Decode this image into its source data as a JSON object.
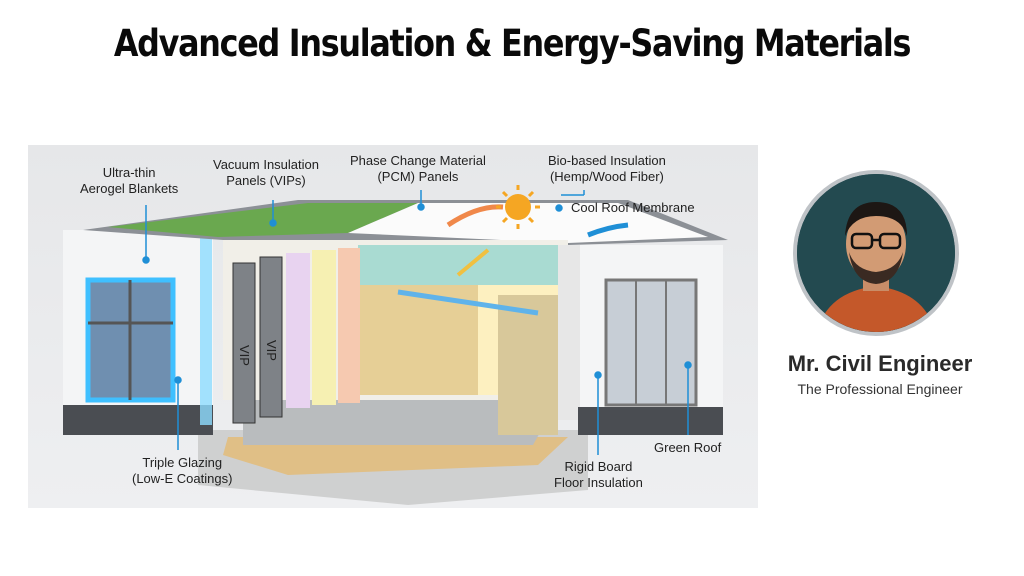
{
  "title": "Advanced Insulation & Energy-Saving Materials",
  "diagram": {
    "labels": {
      "aerogel": [
        "Ultra-thin",
        "Aerogel Blankets"
      ],
      "vip": [
        "Vacuum Insulation",
        "Panels (VIPs)"
      ],
      "pcm": [
        "Phase Change Material",
        "(PCM) Panels"
      ],
      "bio": [
        "Bio-based Insulation",
        "(Hemp/Wood Fiber)"
      ],
      "cool_roof": "Cool Roof Membrane",
      "glazing": [
        "Triple Glazing",
        "(Low-E Coatings)"
      ],
      "rigid": [
        "Rigid Board",
        "Floor Insulation"
      ],
      "green_roof": "Green Roof"
    },
    "panel_text": "VIP",
    "colors": {
      "accent": "#1f8fd6",
      "glow": "#4fc3ff",
      "sun": "#f5a623"
    }
  },
  "brand": {
    "name": "Mr. Civil Engineer",
    "tagline": "The Professional Engineer"
  }
}
